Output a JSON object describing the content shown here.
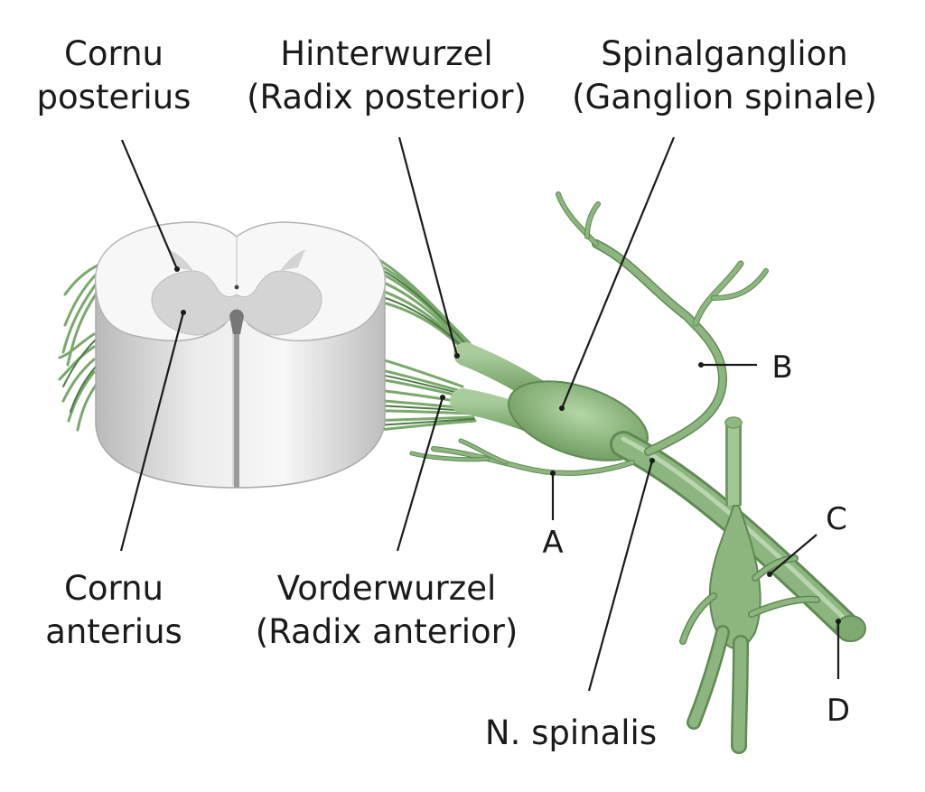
{
  "labels": {
    "cornu_posterius": [
      "Cornu",
      "posterius"
    ],
    "hinterwurzel": [
      "Hinterwurzel",
      "(Radix posterior)"
    ],
    "spinalganglion": [
      "Spinalganglion",
      "(Ganglion spinale)"
    ],
    "cornu_anterius": [
      "Cornu",
      "anterius"
    ],
    "vorderwurzel": [
      "Vorderwurzel",
      "(Radix anterior)"
    ],
    "n_spinalis": "N. spinalis",
    "letters": {
      "a": "A",
      "b": "B",
      "c": "C",
      "d": "D"
    }
  },
  "colors": {
    "nerve": "#8db580",
    "nerve_dark": "#5f8a52",
    "white_matter": "#f4f4f4",
    "grey_matter": "#cfcfcf"
  }
}
